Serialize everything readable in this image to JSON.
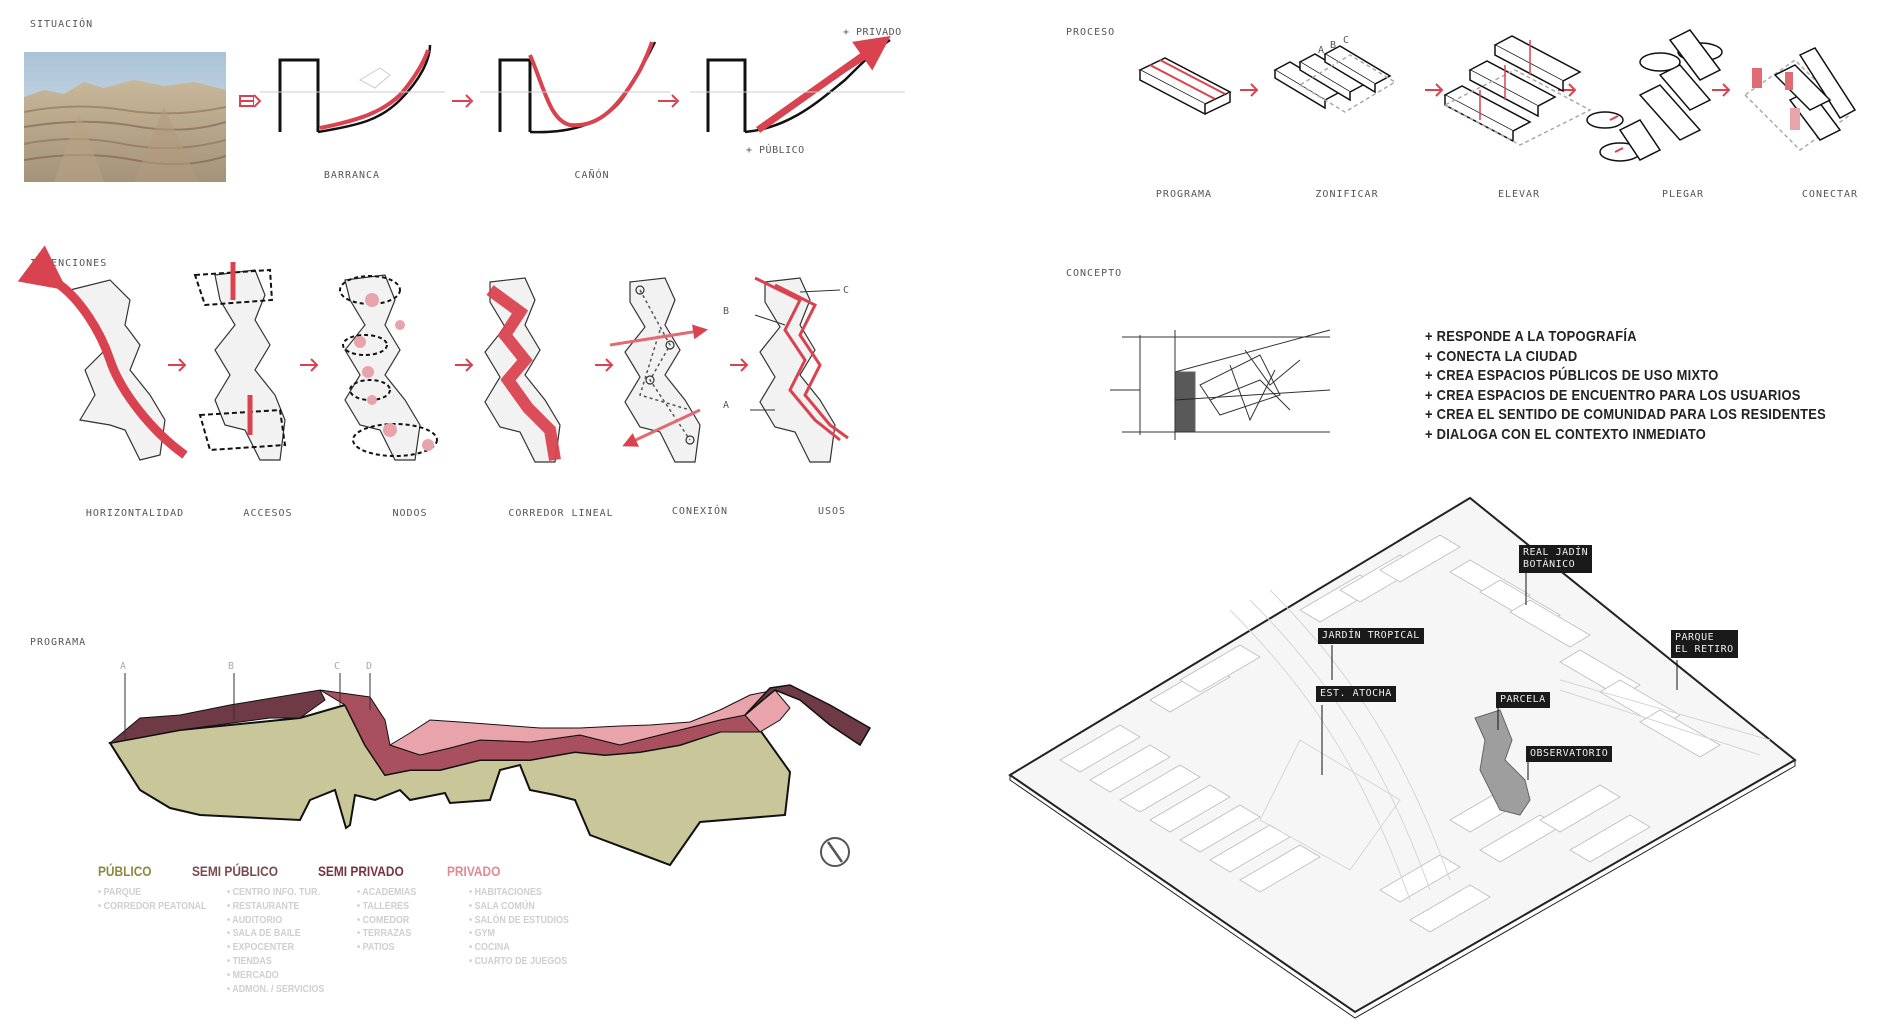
{
  "sections": {
    "situacion": "SITUACIÓN",
    "proceso": "PROCESO",
    "intenciones": "INTENCIONES",
    "concepto": "CONCEPTO",
    "programa": "PROGRAMA"
  },
  "situacion": {
    "captions": [
      "BARRANCA",
      "CAÑÓN"
    ],
    "privado_label": "+ PRIVADO",
    "publico_label": "+ PÚBLICO"
  },
  "proceso": {
    "steps": [
      "PROGRAMA",
      "ZONIFICAR",
      "ELEVAR",
      "PLEGAR",
      "CONECTAR"
    ],
    "letters": [
      "A",
      "B",
      "C"
    ]
  },
  "intenciones": {
    "steps": [
      "HORIZONTALIDAD",
      "ACCESOS",
      "NODOS",
      "CORREDOR LINEAL",
      "CONEXIÓN",
      "USOS"
    ],
    "usos_letters": [
      "A",
      "B",
      "C"
    ]
  },
  "concepto": {
    "points": [
      "+ RESPONDE A LA TOPOGRAFÍA",
      "+ CONECTA LA CIUDAD",
      "+ CREA ESPACIOS PÚBLICOS DE USO MIXTO",
      "+ CREA ESPACIOS DE ENCUENTRO PARA LOS USUARIOS",
      "+ CREA EL SENTIDO DE COMUNIDAD PARA LOS RESIDENTES",
      "+ DIALOGA CON EL CONTEXTO INMEDIATO"
    ]
  },
  "map_tags": {
    "botanico": [
      "REAL JADÍN",
      "BOTÁNICO"
    ],
    "tropical": "JARDÍN TROPICAL",
    "retiro": [
      "PARQUE",
      "EL RETIRO"
    ],
    "atocha": "EST. ATOCHA",
    "parcela": "PARCELA",
    "observatorio": "OBSERVATORIO"
  },
  "programa": {
    "section_letters": [
      "A",
      "B",
      "C",
      "D"
    ],
    "categories": [
      {
        "title": "PÚBLICO",
        "color": "#8a8a3e",
        "items": [
          "PARQUE",
          "CORREDOR PEATONAL"
        ]
      },
      {
        "title": "SEMI PÚBLICO",
        "color": "#7a4a52",
        "items": [
          "CENTRO INFO. TUR.",
          "RESTAURANTE",
          "AUDITORIO",
          "SALA DE BAILE",
          "EXPOCENTER",
          "TIENDAS",
          "MERCADO",
          "ADMON. / SERVICIOS"
        ]
      },
      {
        "title": "SEMI PRIVADO",
        "color": "#7a3240",
        "items": [
          "ACADEMIAS",
          "TALLERES",
          "COMEDOR",
          "TERRAZAS",
          "PATIOS"
        ]
      },
      {
        "title": "PRIVADO",
        "color": "#e08a92",
        "items": [
          "HABITACIONES",
          "SALA COMÚN",
          "SALÓN DE ESTUDIOS",
          "GYM",
          "COCINA",
          "CUARTO DE JUEGOS"
        ]
      }
    ]
  },
  "colors": {
    "accent_red": "#d9434f",
    "pink": "#e9a3aa",
    "olive": "#c9c79a",
    "maroon": "#6e3a45",
    "rose": "#a8505d"
  }
}
